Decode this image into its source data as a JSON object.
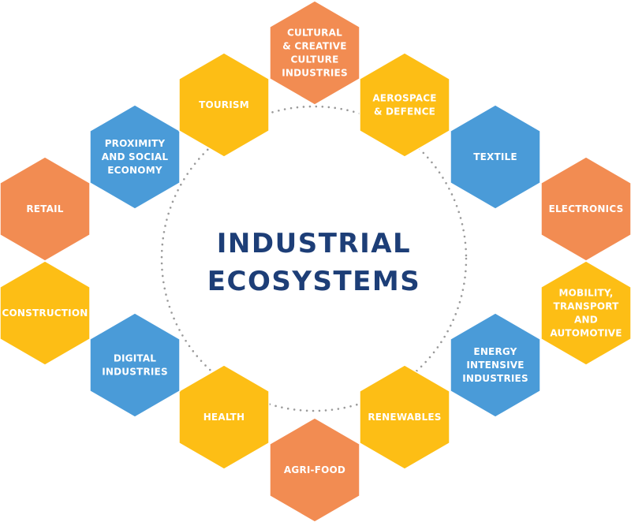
{
  "title": {
    "line1": "INDUSTRIAL",
    "line2": "ECOSYSTEMS"
  },
  "colors": {
    "orange": "#f28c52",
    "yellow": "#fdbe15",
    "blue": "#4a9bd8",
    "title": "#1d3e77",
    "ring": "#9a9a9a"
  },
  "ecosystems": [
    {
      "id": "cultural",
      "color": "orange",
      "lines": [
        "CULTURAL",
        "& CREATIVE",
        "CULTURE",
        "INDUSTRIES"
      ]
    },
    {
      "id": "aerospace",
      "color": "yellow",
      "lines": [
        "AEROSPACE",
        "& DEFENCE"
      ]
    },
    {
      "id": "textile",
      "color": "blue",
      "lines": [
        "TEXTILE"
      ]
    },
    {
      "id": "electronics",
      "color": "orange",
      "lines": [
        "ELECTRONICS"
      ]
    },
    {
      "id": "mobility",
      "color": "yellow",
      "lines": [
        "MOBILITY,",
        "TRANSPORT",
        "AND",
        "AUTOMOTIVE"
      ]
    },
    {
      "id": "energy",
      "color": "blue",
      "lines": [
        "ENERGY",
        "INTENSIVE",
        "INDUSTRIES"
      ]
    },
    {
      "id": "renewables",
      "color": "yellow",
      "lines": [
        "RENEWABLES"
      ]
    },
    {
      "id": "agrifood",
      "color": "orange",
      "lines": [
        "AGRI-FOOD"
      ]
    },
    {
      "id": "health",
      "color": "yellow",
      "lines": [
        "HEALTH"
      ]
    },
    {
      "id": "digital",
      "color": "blue",
      "lines": [
        "DIGITAL",
        "INDUSTRIES"
      ]
    },
    {
      "id": "construction",
      "color": "yellow",
      "lines": [
        "CONSTRUCTION"
      ]
    },
    {
      "id": "retail",
      "color": "orange",
      "lines": [
        "RETAIL"
      ]
    },
    {
      "id": "proximity",
      "color": "blue",
      "lines": [
        "PROXIMITY",
        "AND SOCIAL",
        "ECONOMY"
      ]
    },
    {
      "id": "tourism",
      "color": "yellow",
      "lines": [
        "TOURISM"
      ]
    }
  ]
}
